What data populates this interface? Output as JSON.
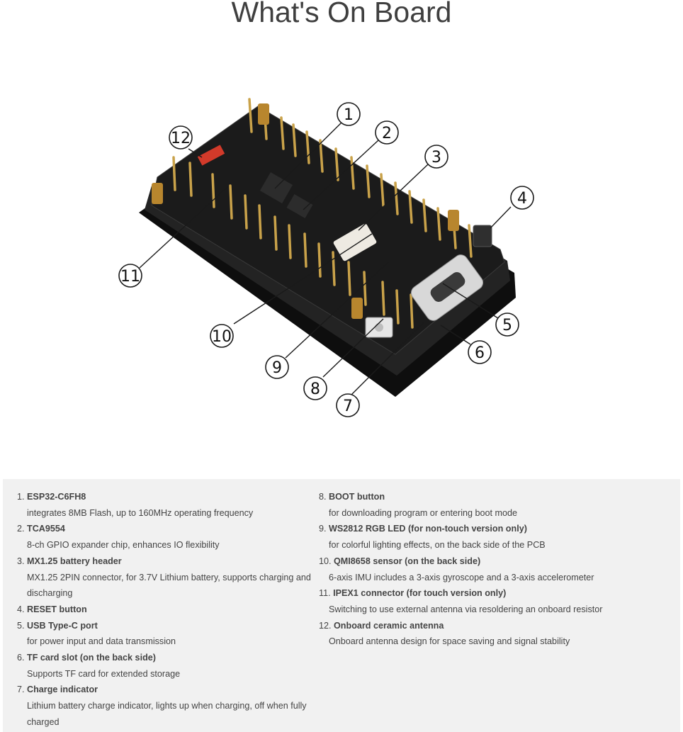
{
  "page": {
    "title": "What's On Board"
  },
  "callouts": [
    "1",
    "2",
    "3",
    "4",
    "5",
    "6",
    "7",
    "8",
    "9",
    "10",
    "11",
    "12"
  ],
  "features": [
    {
      "num": "1.",
      "name": "ESP32-C6FH8",
      "desc": "integrates 8MB Flash, up to 160MHz operating frequency"
    },
    {
      "num": "2.",
      "name": "TCA9554",
      "desc": "8-ch GPIO expander chip, enhances IO flexibility"
    },
    {
      "num": "3.",
      "name": "MX1.25 battery header",
      "desc": "MX1.25 2PIN connector, for 3.7V Lithium battery, supports charging and discharging"
    },
    {
      "num": "4.",
      "name": "RESET button",
      "desc": ""
    },
    {
      "num": "5.",
      "name": "USB Type-C port",
      "desc": "for power input and data transmission"
    },
    {
      "num": "6.",
      "name": "TF card slot (on the back side)",
      "desc": "Supports TF card for extended storage"
    },
    {
      "num": "7.",
      "name": "Charge indicator",
      "desc": "Lithium battery charge indicator, lights up when charging, off when fully charged"
    },
    {
      "num": "8.",
      "name": "BOOT button",
      "desc": "for downloading program or entering boot mode"
    },
    {
      "num": "9.",
      "name": "WS2812 RGB LED (for non-touch version only)",
      "desc": "for colorful lighting effects, on the back side of the PCB"
    },
    {
      "num": "10.",
      "name": "QMI8658 sensor (on the back side)",
      "desc": "6-axis IMU includes a 3-axis gyroscope and a 3-axis accelerometer"
    },
    {
      "num": "11.",
      "name": "IPEX1 connector (for touch version only)",
      "desc": "Switching to use external antenna via resoldering an onboard resistor"
    },
    {
      "num": "12.",
      "name": "Onboard ceramic antenna",
      "desc": "Onboard antenna design for space saving and signal stability"
    }
  ],
  "colors": {
    "panel_bg": "#f1f1f1",
    "board_dark": "#1b1b1b",
    "pin_gold": "#c9a24a",
    "antenna_red": "#d23a2a"
  }
}
